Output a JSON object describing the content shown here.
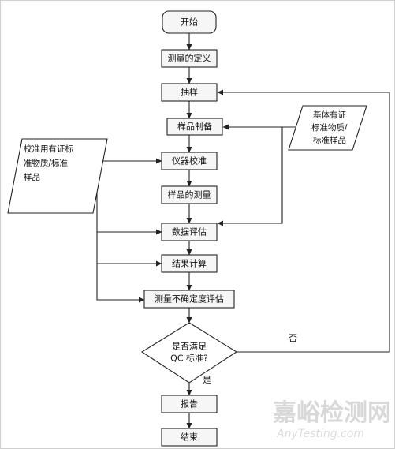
{
  "nodes": {
    "start": "开始",
    "define": "测量的定义",
    "sample": "抽样",
    "prep": "样品制备",
    "calibrate": "仪器校准",
    "measure": "样品的测量",
    "evaluate": "数据评估",
    "compute": "结果计算",
    "uncertainty": "测量不确定度评估",
    "decision": [
      "是否满足",
      "QC 标准?"
    ],
    "report": "报告",
    "end": "结束"
  },
  "inputs": {
    "left": [
      "校准用有证标",
      "准物质/标准",
      "样品"
    ],
    "right": [
      "基体有证",
      "标准物质/",
      "标准样品"
    ]
  },
  "edges": {
    "yes": "是",
    "no": "否"
  },
  "watermark": {
    "cn": "嘉峪检测网",
    "en": "AnyTesting.com"
  }
}
